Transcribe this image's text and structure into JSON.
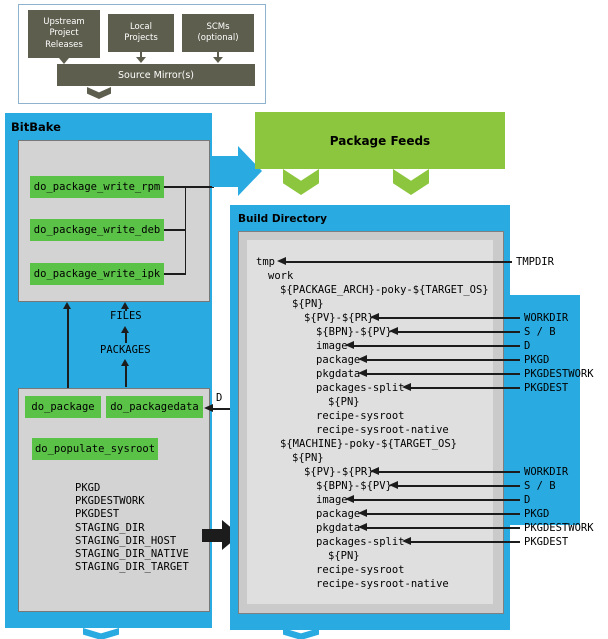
{
  "colors": {
    "blue": "#29abe2",
    "green": "#8cc63f",
    "task_green": "#5bc248",
    "dark_olive": "#5d5e4d",
    "box_gray": "#d3d3d3",
    "outer_gray": "#cacaca",
    "inner_gray": "#dfdfdf",
    "arrow_black": "#1c1c1c"
  },
  "legend": {
    "sources": [
      {
        "label": "Upstream\nProject\nReleases"
      },
      {
        "label": "Local\nProjects"
      },
      {
        "label": "SCMs\n(optional)"
      }
    ],
    "mirror": "Source Mirror(s)"
  },
  "bitbake": {
    "title": "BitBake",
    "write_tasks": [
      "do_package_write_rpm",
      "do_package_write_deb",
      "do_package_write_ipk"
    ],
    "files_label": "FILES",
    "packages_label": "PACKAGES",
    "package_task": "do_package",
    "packagedata_task": "do_packagedata",
    "sysroot_task": "do_populate_sysroot",
    "variables": [
      "PKGD",
      "PKGDESTWORK",
      "PKGDEST",
      "STAGING_DIR",
      "STAGING_DIR_HOST",
      "STAGING_DIR_NATIVE",
      "STAGING_DIR_TARGET"
    ],
    "d_label": "D"
  },
  "package_feeds": {
    "title": "Package Feeds"
  },
  "build_directory": {
    "title": "Build Directory",
    "tree": [
      {
        "indent": 0,
        "text": "tmp"
      },
      {
        "indent": 1,
        "text": "work"
      },
      {
        "indent": 2,
        "text": "${PACKAGE_ARCH}-poky-${TARGET_OS}"
      },
      {
        "indent": 3,
        "text": "${PN}"
      },
      {
        "indent": 4,
        "text": "${PV}-${PR}"
      },
      {
        "indent": 5,
        "text": "${BPN}-${PV}"
      },
      {
        "indent": 5,
        "text": "image"
      },
      {
        "indent": 5,
        "text": "package"
      },
      {
        "indent": 5,
        "text": "pkgdata"
      },
      {
        "indent": 5,
        "text": "packages-split"
      },
      {
        "indent": 6,
        "text": "${PN}"
      },
      {
        "indent": 5,
        "text": "recipe-sysroot"
      },
      {
        "indent": 5,
        "text": "recipe-sysroot-native"
      },
      {
        "indent": 2,
        "text": "${MACHINE}-poky-${TARGET_OS}"
      },
      {
        "indent": 3,
        "text": "${PN}"
      },
      {
        "indent": 4,
        "text": "${PV}-${PR}"
      },
      {
        "indent": 5,
        "text": "${BPN}-${PV}"
      },
      {
        "indent": 5,
        "text": "image"
      },
      {
        "indent": 5,
        "text": "package"
      },
      {
        "indent": 5,
        "text": "pkgdata"
      },
      {
        "indent": 5,
        "text": "packages-split"
      },
      {
        "indent": 6,
        "text": "${PN}"
      },
      {
        "indent": 5,
        "text": "recipe-sysroot"
      },
      {
        "indent": 5,
        "text": "recipe-sysroot-native"
      }
    ]
  },
  "right_labels": {
    "tmpdir": "TMPDIR",
    "group1": [
      "WORKDIR",
      "S / B",
      "D",
      "PKGD",
      "PKGDESTWORK",
      "PKGDEST"
    ],
    "group2": [
      "WORKDIR",
      "S / B",
      "D",
      "PKGD",
      "PKGDESTWORK",
      "PKGDEST"
    ]
  }
}
